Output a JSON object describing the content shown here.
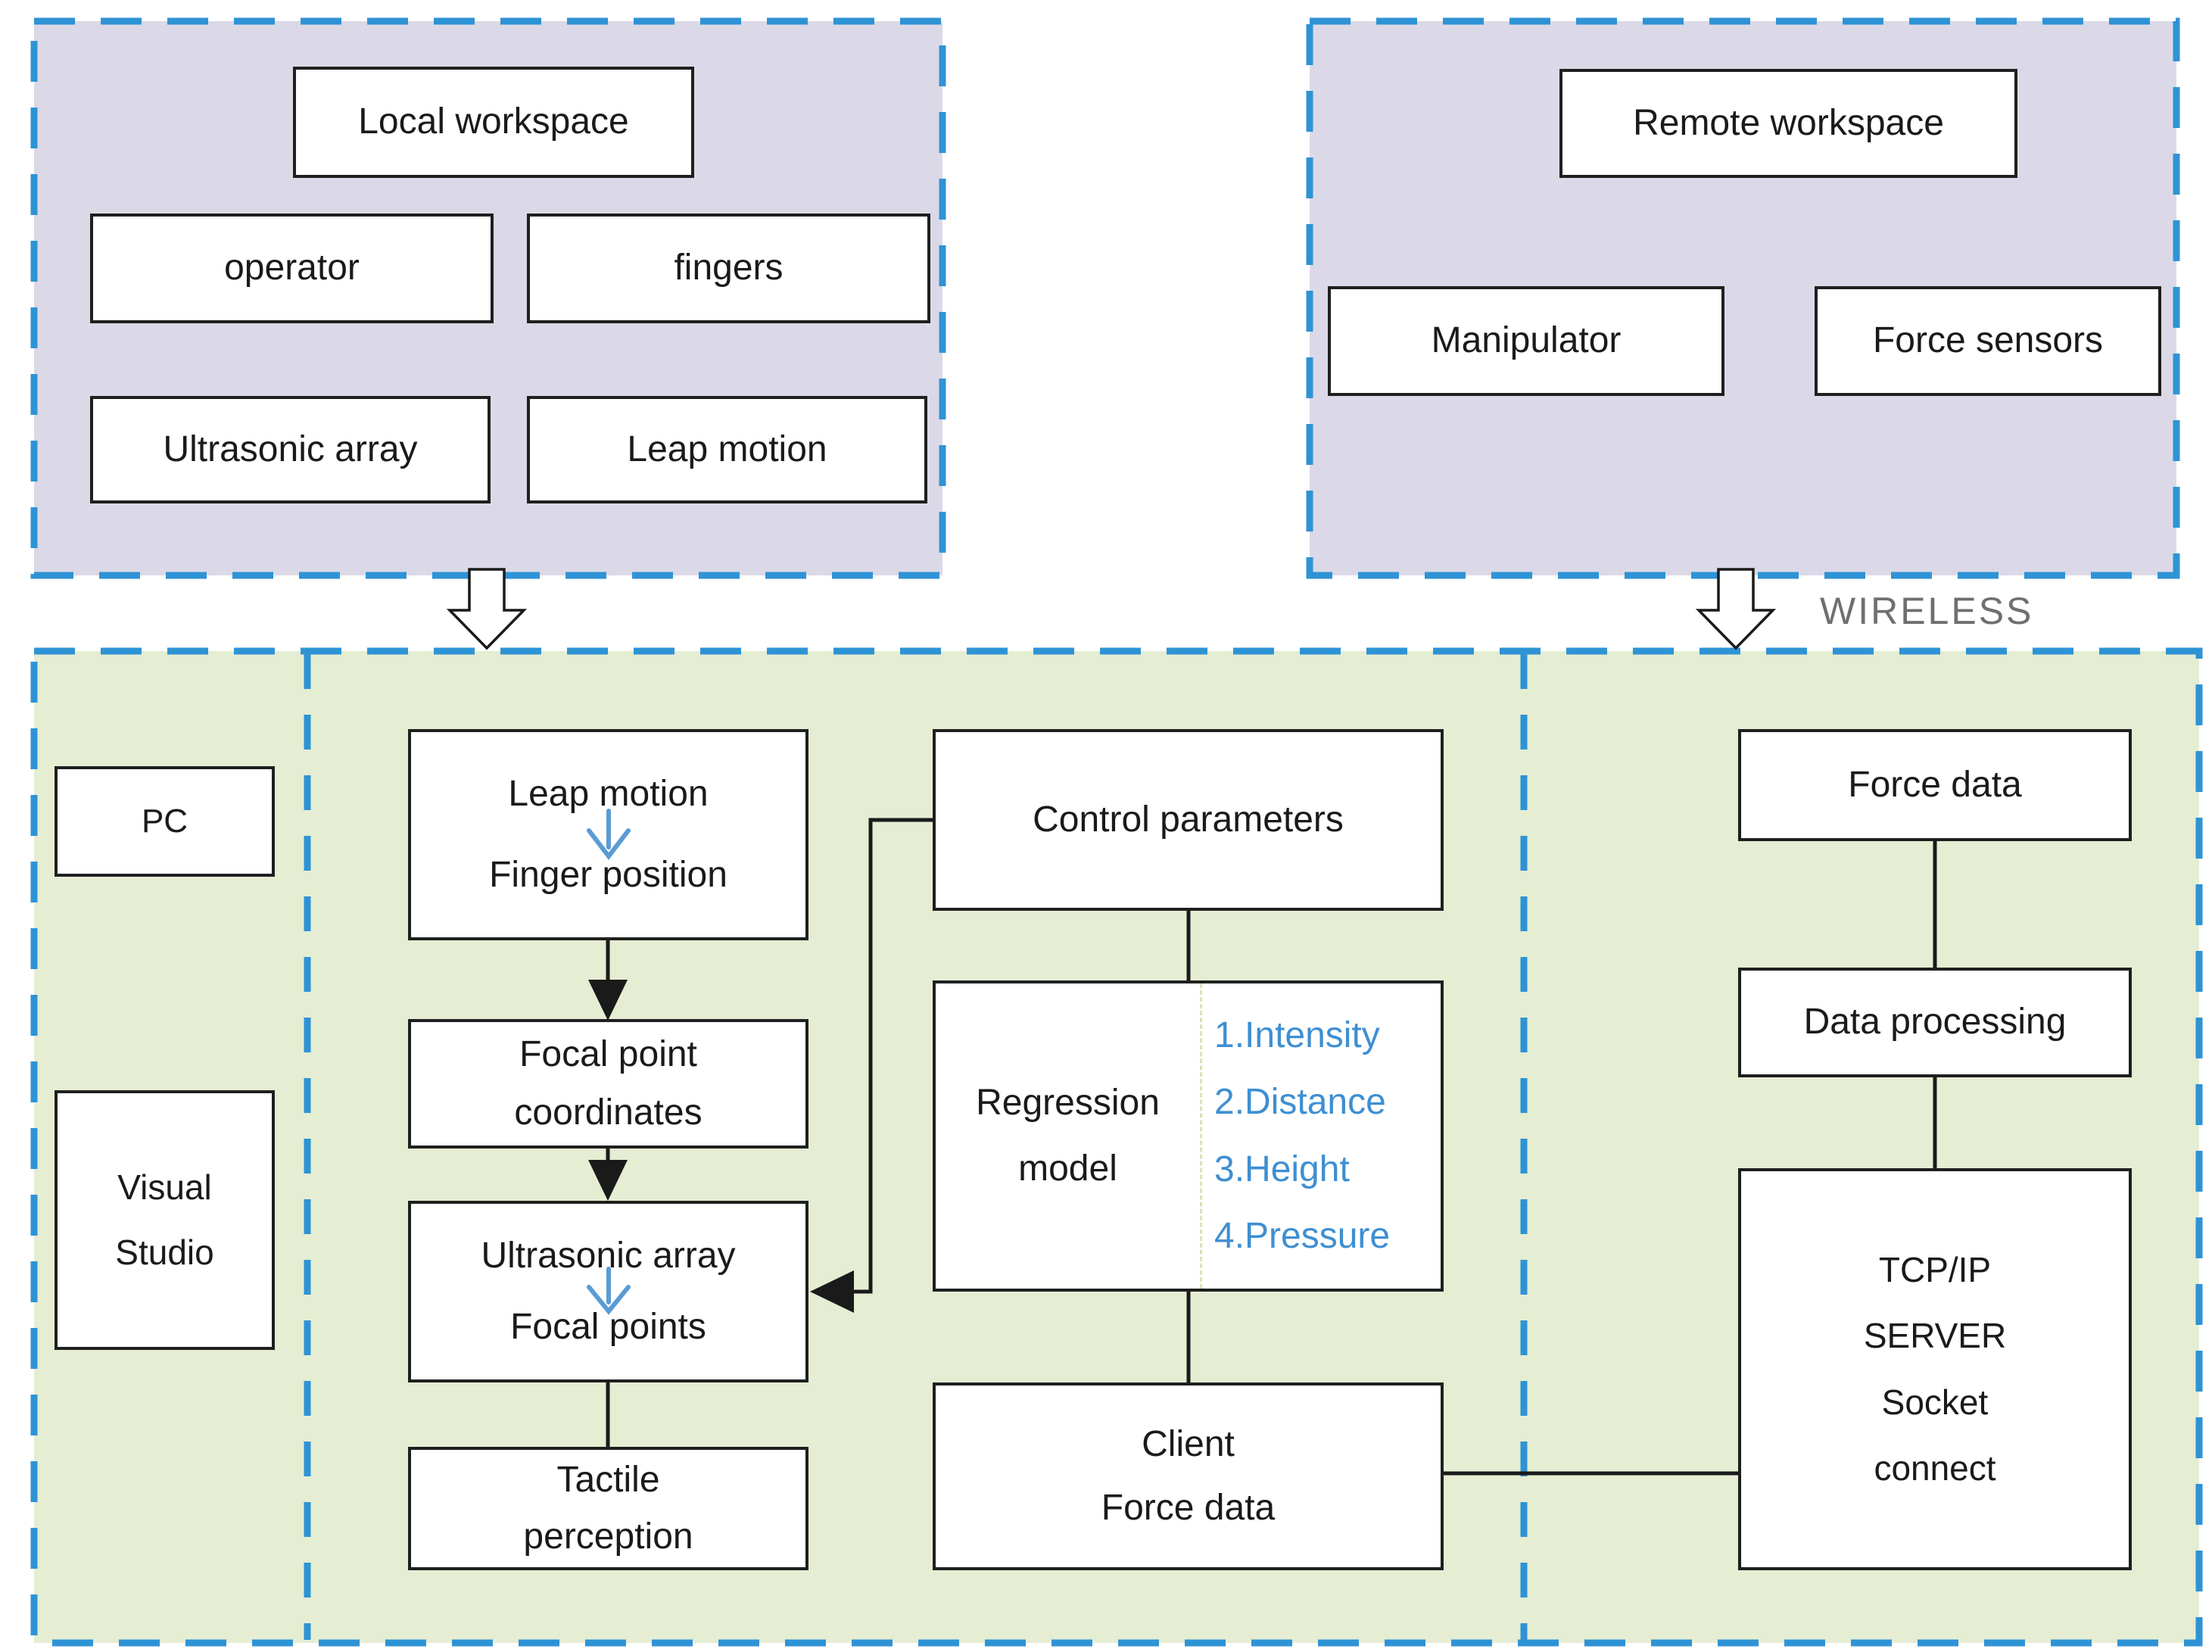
{
  "colors": {
    "panel_border": "#2e93d5",
    "lavender_fill": "#dbd9e7",
    "green_fill": "#e5edd3",
    "box_border": "#1f1f1f",
    "box_fill": "#ffffff",
    "text": "#1a1a1a",
    "connector": "#1a1a1a",
    "blue_accent": "#3e8fd2",
    "blue_accent_light": "#5b9bd5",
    "wireless_gray": "#6f6f6f",
    "regression_divider": "#d8e5b0"
  },
  "icons": {
    "finger_position_arrow": "down-arrow",
    "focal_points_arrow": "down-arrow",
    "local_link_arrow": "hollow-down-arrow",
    "remote_link_arrow": "hollow-down-arrow"
  },
  "local_panel": {
    "title": "Local workspace",
    "operator": "operator",
    "fingers": "fingers",
    "ultrasonic_array": "Ultrasonic array",
    "leap_motion": "Leap motion"
  },
  "remote_panel": {
    "title": "Remote workspace",
    "manipulator": "Manipulator",
    "force_sensors": "Force sensors"
  },
  "wireless_label": "WIRELESS",
  "pc_section": {
    "pc": "PC",
    "visual_studio": {
      "line1": "Visual",
      "line2": "Studio"
    }
  },
  "pipeline": {
    "leap_finger": {
      "line1": "Leap motion",
      "line2": "Finger position"
    },
    "focal_point": {
      "line1": "Focal point",
      "line2": "coordinates"
    },
    "ultrasonic_focal": {
      "line1": "Ultrasonic array",
      "line2": "Focal points"
    },
    "tactile": {
      "line1": "Tactile",
      "line2": "perception"
    }
  },
  "control": {
    "control_parameters": "Control parameters",
    "regression": {
      "line1": "Regression",
      "line2": "model",
      "params": [
        "1.Intensity",
        "2.Distance",
        "3.Height",
        "4.Pressure"
      ]
    },
    "client": {
      "line1": "Client",
      "line2": "Force data"
    }
  },
  "server": {
    "force_data": "Force data",
    "data_processing": "Data processing",
    "tcp": {
      "line1": "TCP/IP",
      "line2": "SERVER",
      "line3": "Socket",
      "line4": "connect"
    }
  }
}
